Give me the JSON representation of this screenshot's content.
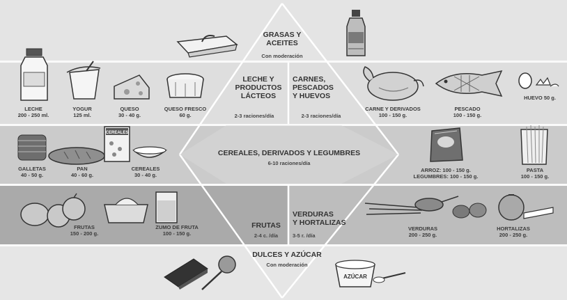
{
  "colors": {
    "band_top": "#e3e3e3",
    "band_dairy": "#dcdcdc",
    "band_cereal": "#c9c9c9",
    "band_veg": "#b8b8b8",
    "band_fruit_dark": "#a8a8a8",
    "band_bottom": "#e6e6e6",
    "text": "#3a3a3a"
  },
  "sections": {
    "fats": {
      "title_1": "GRASAS Y",
      "title_2": "ACEITES",
      "note": "Con moderación"
    },
    "dairy": {
      "title_1": "LECHE Y",
      "title_2": "PRODUCTOS",
      "title_3": "LÁCTEOS",
      "servings": "2-3 raciones/día"
    },
    "protein": {
      "title_1": "CARNES,",
      "title_2": "PESCADOS",
      "title_3": "Y HUEVOS",
      "servings": "2-3 raciones/día"
    },
    "cereals": {
      "title": "CEREALES, DERIVADOS Y LEGUMBRES",
      "servings": "6-10 raciones/día"
    },
    "fruits": {
      "title": "FRUTAS",
      "servings": "2-4 c. /día"
    },
    "vegetables": {
      "title_1": "VERDURAS",
      "title_2": "Y HORTALIZAS",
      "servings": "3-5 r. /día"
    },
    "sweets": {
      "title": "DULCES Y AZÚCAR",
      "note": "Con moderación"
    }
  },
  "foods": {
    "leche": {
      "name": "LECHE",
      "amount": "200 - 250 ml."
    },
    "yogur": {
      "name": "YOGUR",
      "amount": "125 ml."
    },
    "queso": {
      "name": "QUESO",
      "amount": "30 - 40 g."
    },
    "queso_fresco": {
      "name": "QUESO FRESCO",
      "amount": "60 g."
    },
    "carne": {
      "name": "CARNE Y DERIVADOS",
      "amount": "100 - 150 g."
    },
    "pescado": {
      "name": "PESCADO",
      "amount": "100 - 150 g."
    },
    "huevo": {
      "name": "HUEVO 50 g."
    },
    "galletas": {
      "name": "GALLETAS",
      "amount": "40 - 50 g."
    },
    "pan": {
      "name": "PAN",
      "amount": "40 - 60 g."
    },
    "cereales": {
      "name": "CEREALES",
      "amount": "30 - 40 g."
    },
    "arroz": {
      "name": "ARROZ: 100 - 150 g.",
      "amount": "LEGUMBRES: 100 - 150 g."
    },
    "pasta": {
      "name": "PASTA",
      "amount": "100 - 150 g."
    },
    "frutas": {
      "name": "FRUTAS",
      "amount": "150 - 200 g."
    },
    "zumo": {
      "name": "ZUMO DE FRUTA",
      "amount": "100 - 150 g."
    },
    "verduras": {
      "name": "VERDURAS",
      "amount": "200 - 250 g."
    },
    "hortalizas": {
      "name": "HORTALIZAS",
      "amount": "200 - 250 g."
    }
  },
  "artwork": {
    "cereal_box_text": "CEREALES",
    "sugar_text": "AZÚCAR"
  }
}
